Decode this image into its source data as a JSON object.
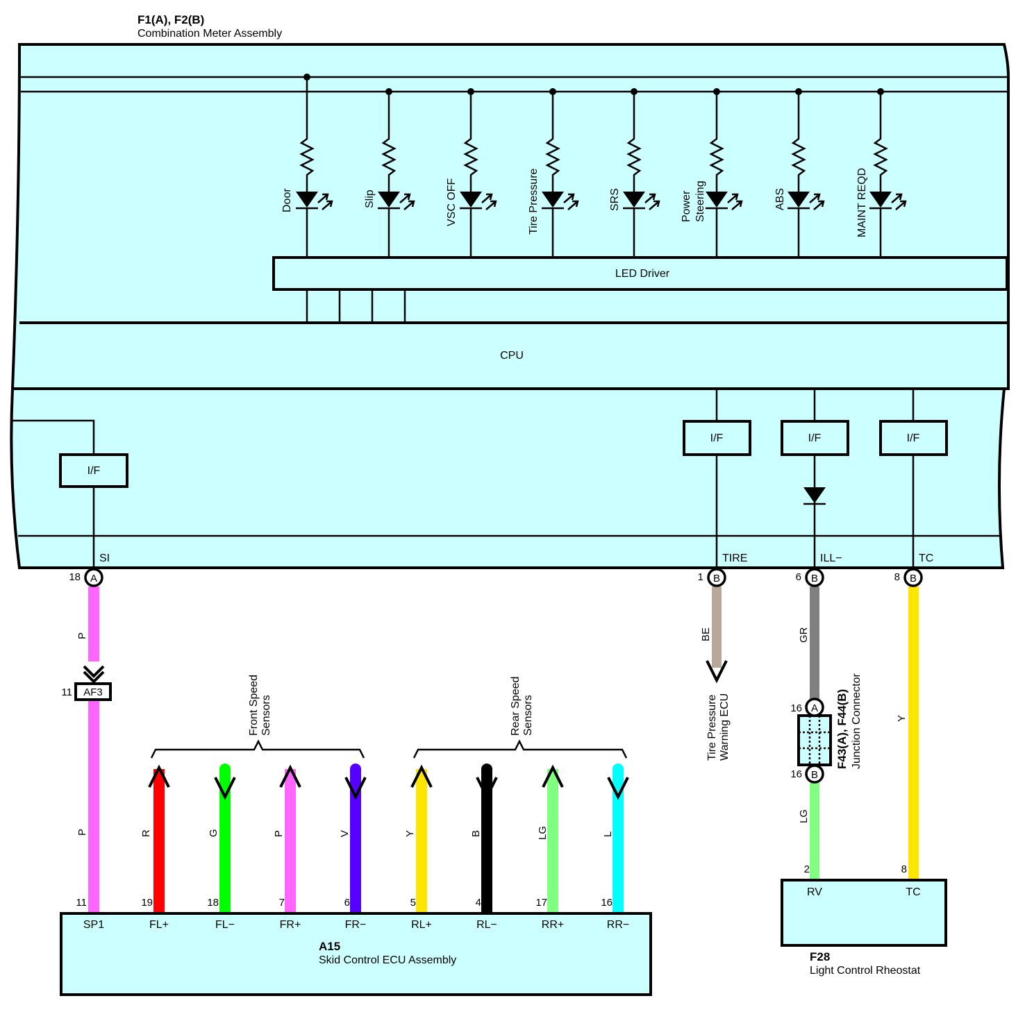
{
  "meter": {
    "code": "F1(A), F2(B)",
    "name": "Combination Meter Assembly",
    "leds": [
      "Door",
      "Slip",
      "VSC OFF",
      "Tire Pressure",
      "SRS",
      "Power",
      "Steering",
      "ABS",
      "MAINT REQD"
    ],
    "led_driver": "LED Driver",
    "cpu": "CPU",
    "interface": "I/F",
    "terminals": {
      "si": "SI",
      "tire": "TIRE",
      "ill": "ILL−",
      "tc": "TC"
    },
    "pins": {
      "p18": "18",
      "p1": "1",
      "p6": "6",
      "p8": "8"
    },
    "connector_a": "A",
    "connector_b": "B"
  },
  "wires": {
    "p": "P",
    "be": "BE",
    "gr": "GR",
    "y": "Y",
    "lg": "LG",
    "r": "R",
    "g": "G",
    "v": "V",
    "b": "B",
    "l": "L",
    "colors": {
      "P": "#ff66ff",
      "BE": "#b8a89a",
      "GR": "#808080",
      "Y": "#ffe600",
      "LG": "#80ff80",
      "R": "#ff0000",
      "G": "#00ff00",
      "V": "#5500ff",
      "B": "#000000",
      "L": "#00ffff",
      "fill": "#ccffff"
    }
  },
  "af3": {
    "label": "AF3",
    "pin": "11"
  },
  "tire_ecu": {
    "line1": "Tire Pressure",
    "line2": "Warning ECU"
  },
  "junction": {
    "code": "F43(A), F44(B)",
    "name": "Junction Connector",
    "pin_a": "16",
    "pin_b": "16",
    "conn_a": "A",
    "conn_b": "B"
  },
  "speed_sensors": {
    "front_line1": "Front Speed",
    "front_line2": "Sensors",
    "rear_line1": "Rear Speed",
    "rear_line2": "Sensors"
  },
  "ecu": {
    "code": "A15",
    "name": "Skid Control ECU Assembly",
    "pins": [
      "11",
      "19",
      "18",
      "7",
      "6",
      "5",
      "4",
      "17",
      "16"
    ],
    "terminals": [
      "SP1",
      "FL+",
      "FL−",
      "FR+",
      "FR−",
      "RL+",
      "RL−",
      "RR+",
      "RR−"
    ]
  },
  "rheostat": {
    "code": "F28",
    "name": "Light Control Rheostat",
    "pin_rv": "2",
    "pin_tc": "8",
    "term_rv": "RV",
    "term_tc": "TC"
  }
}
